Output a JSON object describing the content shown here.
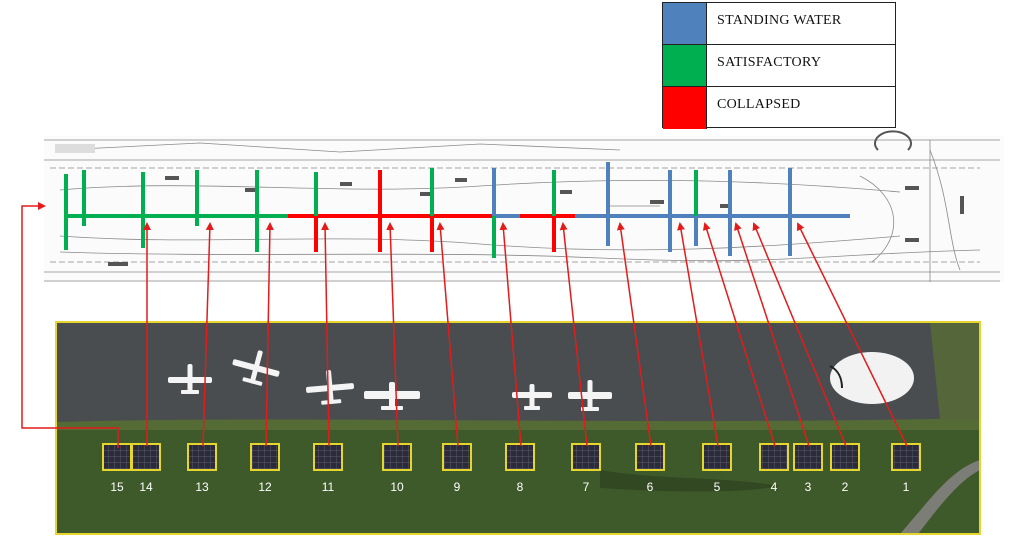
{
  "legend": [
    {
      "label": "STANDING WATER",
      "color": "#4f81bd"
    },
    {
      "label": "SATISFACTORY",
      "color": "#00b050"
    },
    {
      "label": "COLLAPSED",
      "color": "#ff0000"
    }
  ],
  "colors": {
    "standing_water": "#4f81bd",
    "satisfactory": "#00b050",
    "collapsed": "#ff0000",
    "leader_line": "#e31b1b",
    "photo_border": "#e6d52c",
    "pavement": "#4a4d4f",
    "grass": "#3f5a2a"
  },
  "panels": [
    {
      "number": "15"
    },
    {
      "number": "14"
    },
    {
      "number": "13"
    },
    {
      "number": "12"
    },
    {
      "number": "11"
    },
    {
      "number": "10"
    },
    {
      "number": "9"
    },
    {
      "number": "8"
    },
    {
      "number": "7"
    },
    {
      "number": "6"
    },
    {
      "number": "5"
    },
    {
      "number": "4"
    },
    {
      "number": "3"
    },
    {
      "number": "2"
    },
    {
      "number": "1"
    }
  ]
}
